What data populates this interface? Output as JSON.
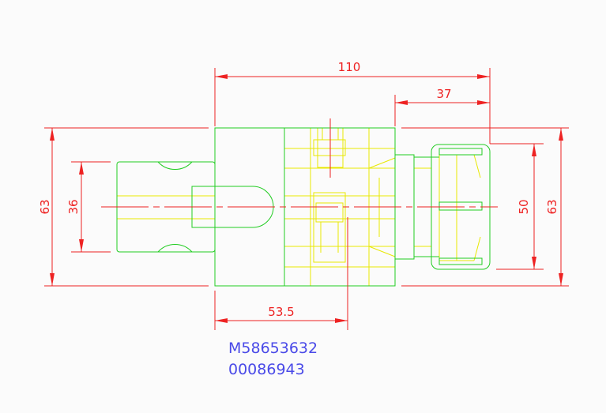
{
  "colors": {
    "background": "#fbfbfb",
    "outline": "#22cc22",
    "detail": "#e8e800",
    "dimension": "#ee2222",
    "label": "#4a4ae8"
  },
  "dimensions": {
    "overall_length": "110",
    "nut_length": "37",
    "body_height": "63",
    "shank_diameter": "36",
    "nut_diameter": "50",
    "right_height": "63",
    "gauge_length": "53.5"
  },
  "labels": {
    "part_number": "M58653632",
    "code": "00086943"
  }
}
